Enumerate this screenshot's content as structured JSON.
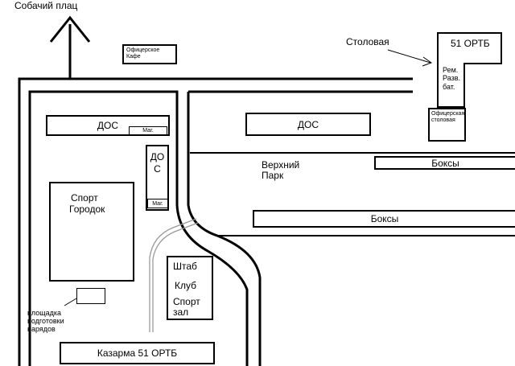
{
  "labels": {
    "dog_area": "Собачий плац",
    "canteen": "Столовая",
    "officers_cafe": "Офицерское Кафе",
    "ortb_51": "51 ОРТБ",
    "repair_recon": "Рем. Разв. бат.",
    "officers_canteen": "Офицерская столовая",
    "dos_top_left": "ДОС",
    "shop_top": "Маг.",
    "dos_top_center": "ДОС",
    "dos_vertical": "ДОС",
    "shop_vertical": "Маг.",
    "upper_park_line1": "Верхний",
    "upper_park_line2": "Парк",
    "boxes_upper": "Боксы",
    "boxes_lower": "Боксы",
    "sport_town_line1": "Спорт",
    "sport_town_line2": "Городок",
    "hq": "Штаб",
    "club": "Клуб",
    "sport_hall_line1": "Спорт",
    "sport_hall_line2": "зал",
    "duty_prep_line1": "площадка",
    "duty_prep_line2": "подготовки",
    "duty_prep_line3": "нарядов",
    "barracks": "Казарма 51 ОРТБ"
  }
}
